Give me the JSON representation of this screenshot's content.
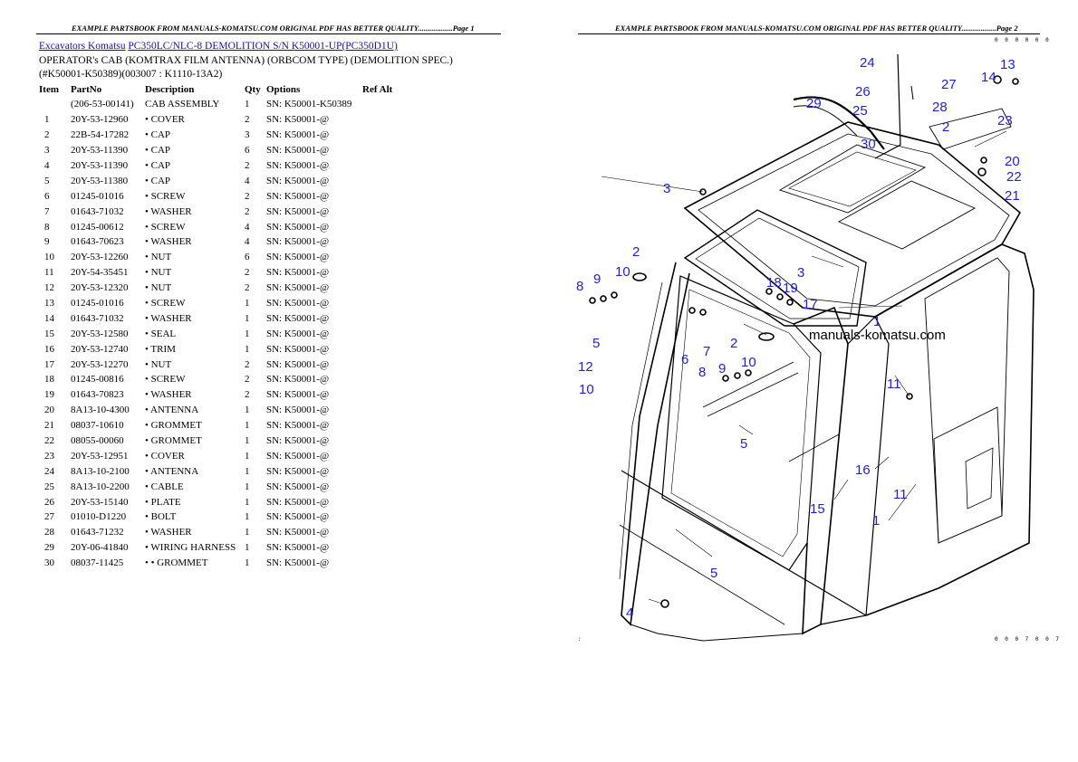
{
  "header": {
    "page1_text": "EXAMPLE PARTSBOOK FROM MANUALS-KOMATSU.COM ORIGINAL PDF HAS BETTER QUALITY..................Page 1",
    "page2_text": "EXAMPLE PARTSBOOK FROM MANUALS-KOMATSU.COM ORIGINAL PDF HAS BETTER QUALITY..................Page 2"
  },
  "breadcrumb": {
    "link1": "Excavators Komatsu",
    "link2": "PC350LC/NLC-8 DEMOLITION S/N K50001-UP(PC350D1U)"
  },
  "page_title": {
    "line1": "OPERATOR's CAB (KOMTRAX FILM ANTENNA) (ORBCOM TYPE) (DEMOLITION SPEC.)",
    "line2": "(#K50001-K50389)(003007 : K1110-13A2)"
  },
  "table": {
    "headers": [
      "Item",
      "PartNo",
      "Description",
      "Qty",
      "Options",
      "Ref Alt"
    ],
    "rows": [
      [
        "",
        "(206-53-00141)",
        "CAB ASSEMBLY",
        "1",
        "SN: K50001-K50389",
        ""
      ],
      [
        "1",
        "20Y-53-12960",
        "• COVER",
        "2",
        "SN: K50001-@",
        ""
      ],
      [
        "2",
        "22B-54-17282",
        "• CAP",
        "3",
        "SN: K50001-@",
        ""
      ],
      [
        "3",
        "20Y-53-11390",
        "• CAP",
        "6",
        "SN: K50001-@",
        ""
      ],
      [
        "4",
        "20Y-53-11390",
        "• CAP",
        "2",
        "SN: K50001-@",
        ""
      ],
      [
        "5",
        "20Y-53-11380",
        "• CAP",
        "4",
        "SN: K50001-@",
        ""
      ],
      [
        "6",
        "01245-01016",
        "• SCREW",
        "2",
        "SN: K50001-@",
        ""
      ],
      [
        "7",
        "01643-71032",
        "• WASHER",
        "2",
        "SN: K50001-@",
        ""
      ],
      [
        "8",
        "01245-00612",
        "• SCREW",
        "4",
        "SN: K50001-@",
        ""
      ],
      [
        "9",
        "01643-70623",
        "• WASHER",
        "4",
        "SN: K50001-@",
        ""
      ],
      [
        "10",
        "20Y-53-12260",
        "• NUT",
        "6",
        "SN: K50001-@",
        ""
      ],
      [
        "11",
        "20Y-54-35451",
        "• NUT",
        "2",
        "SN: K50001-@",
        ""
      ],
      [
        "12",
        "20Y-53-12320",
        "• NUT",
        "2",
        "SN: K50001-@",
        ""
      ],
      [
        "13",
        "01245-01016",
        "• SCREW",
        "1",
        "SN: K50001-@",
        ""
      ],
      [
        "14",
        "01643-71032",
        "• WASHER",
        "1",
        "SN: K50001-@",
        ""
      ],
      [
        "15",
        "20Y-53-12580",
        "• SEAL",
        "1",
        "SN: K50001-@",
        ""
      ],
      [
        "16",
        "20Y-53-12740",
        "• TRIM",
        "1",
        "SN: K50001-@",
        ""
      ],
      [
        "17",
        "20Y-53-12270",
        "• NUT",
        "2",
        "SN: K50001-@",
        ""
      ],
      [
        "18",
        "01245-00816",
        "• SCREW",
        "2",
        "SN: K50001-@",
        ""
      ],
      [
        "19",
        "01643-70823",
        "• WASHER",
        "2",
        "SN: K50001-@",
        ""
      ],
      [
        "20",
        "8A13-10-4300",
        "• ANTENNA",
        "1",
        "SN: K50001-@",
        ""
      ],
      [
        "21",
        "08037-10610",
        "• GROMMET",
        "1",
        "SN: K50001-@",
        ""
      ],
      [
        "22",
        "08055-00060",
        "• GROMMET",
        "1",
        "SN: K50001-@",
        ""
      ],
      [
        "23",
        "20Y-53-12951",
        "• COVER",
        "1",
        "SN: K50001-@",
        ""
      ],
      [
        "24",
        "8A13-10-2100",
        "• ANTENNA",
        "1",
        "SN: K50001-@",
        ""
      ],
      [
        "25",
        "8A13-10-2200",
        "• CABLE",
        "1",
        "SN: K50001-@",
        ""
      ],
      [
        "26",
        "20Y-53-15140",
        "• PLATE",
        "1",
        "SN: K50001-@",
        ""
      ],
      [
        "27",
        "01010-D1220",
        "• BOLT",
        "1",
        "SN: K50001-@",
        ""
      ],
      [
        "28",
        "01643-71232",
        "• WASHER",
        "1",
        "SN: K50001-@",
        ""
      ],
      [
        "29",
        "20Y-06-41840",
        "• WIRING HARNESS",
        "1",
        "SN: K50001-@",
        ""
      ],
      [
        "30",
        "08037-11425",
        "• • GROMMET",
        "1",
        "SN: K50001-@",
        ""
      ]
    ]
  },
  "diagram": {
    "watermark": "manuals-komatsu.com",
    "code_top": "0 0 0 0 0 0",
    "code_bottom": "0 0 0 7 0 0 7",
    "mark_left": ":",
    "callouts": [
      "24",
      "27",
      "13",
      "14",
      "26",
      "28",
      "29",
      "25",
      "2",
      "23",
      "30",
      "20",
      "22",
      "21",
      "3",
      "2",
      "8",
      "9",
      "10",
      "18",
      "19",
      "17",
      "3",
      "1",
      "5",
      "7",
      "6",
      "2",
      "12",
      "10",
      "8",
      "9",
      "10",
      "11",
      "5",
      "16",
      "15",
      "11",
      "1",
      "5",
      "4"
    ]
  },
  "colors": {
    "callout": "#1f22d6",
    "link": "#1a0dab"
  }
}
